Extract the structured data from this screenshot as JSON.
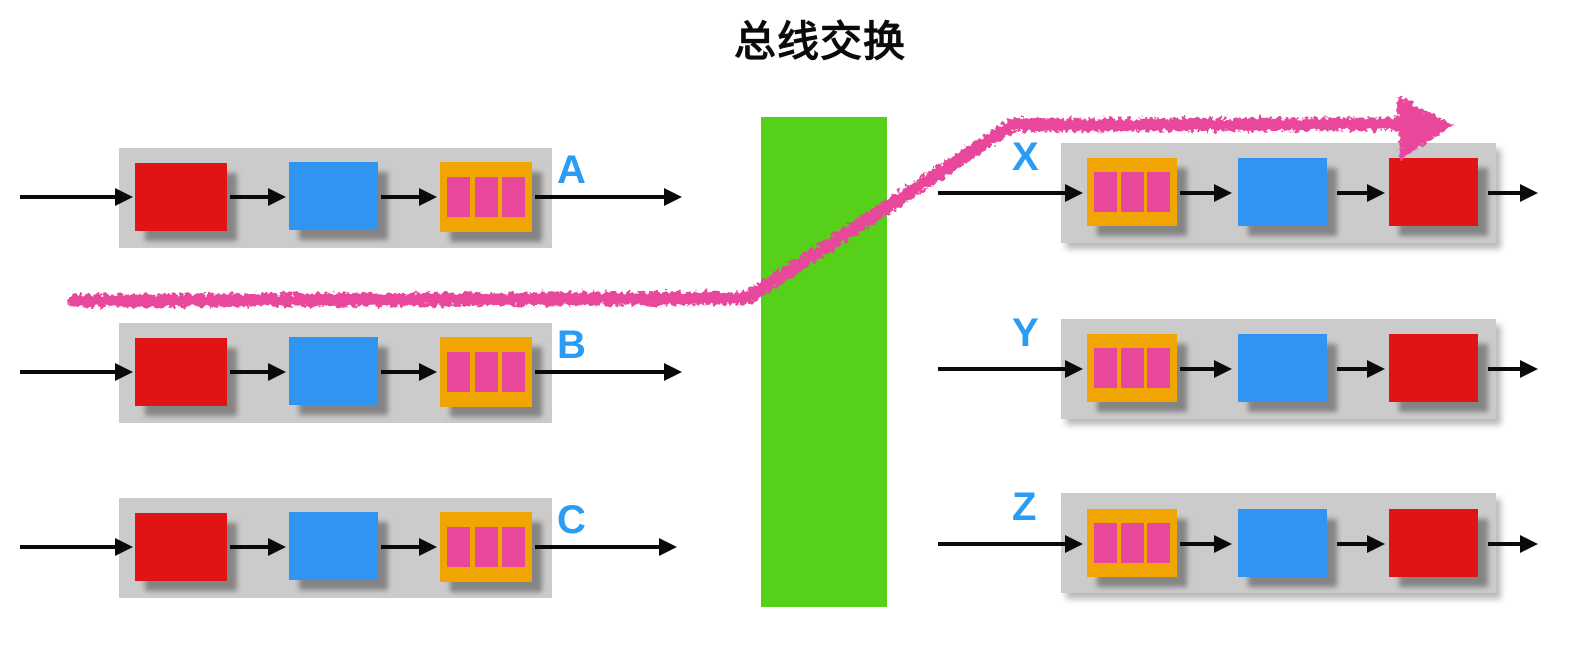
{
  "title": "总线交换",
  "colors": {
    "red": "#e01414",
    "blue": "#3095f2",
    "orange": "#f0a502",
    "pink": "#e8479c",
    "green": "#57d01a",
    "gray": "#cbcbcb",
    "label_blue": "#2b9cf4",
    "black": "#0a0a0a",
    "background": "#ffffff"
  },
  "left_rows": [
    {
      "label": "A"
    },
    {
      "label": "B"
    },
    {
      "label": "C"
    }
  ],
  "right_rows": [
    {
      "label": "X"
    },
    {
      "label": "Y"
    },
    {
      "label": "Z"
    }
  ]
}
